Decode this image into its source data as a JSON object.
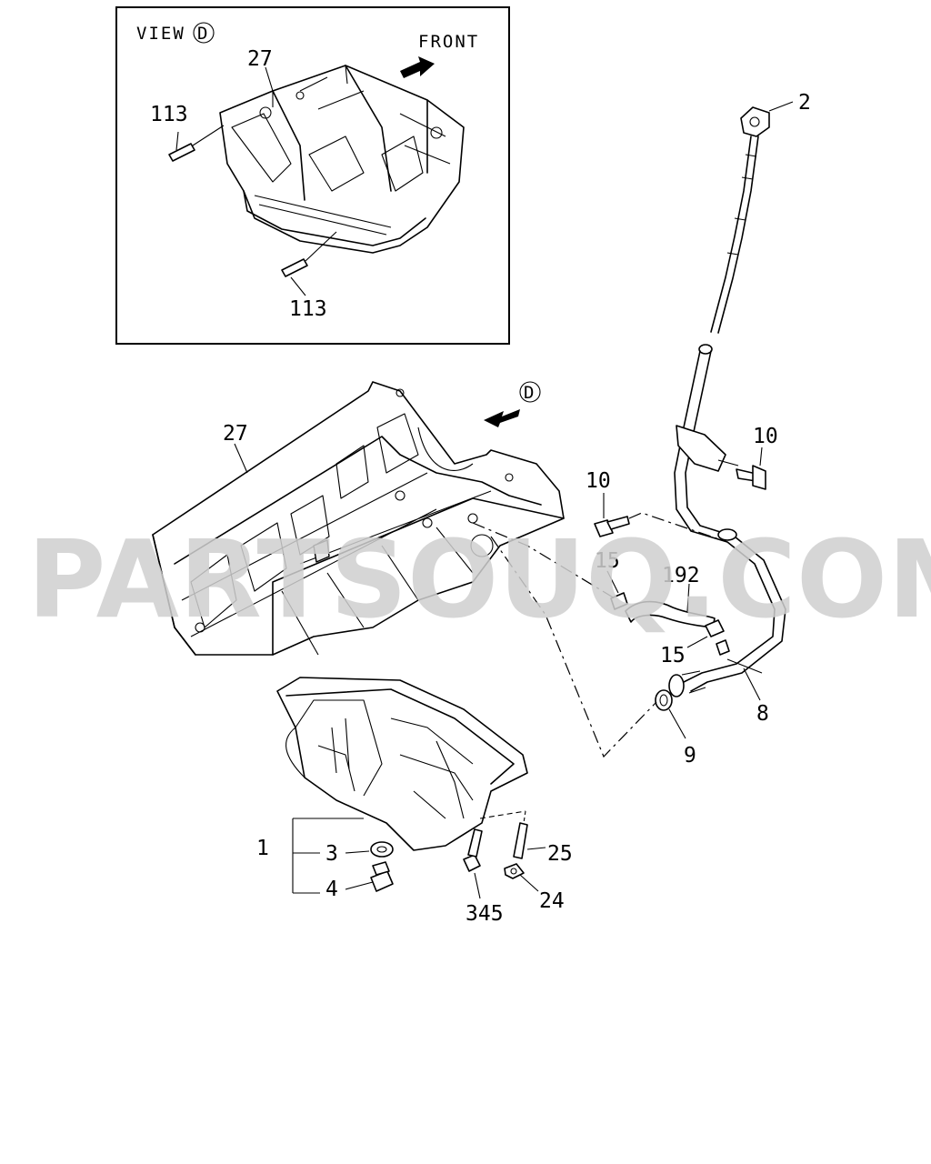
{
  "inset": {
    "view_prefix": "VIEW",
    "view_letter": "D",
    "front_label": "FRONT"
  },
  "view_marker": "D",
  "watermark": "PARTSOUQ.COM",
  "parts": {
    "p1": "1",
    "p2": "2",
    "p3": "3",
    "p4": "4",
    "p8": "8",
    "p9": "9",
    "p10a": "10",
    "p10b": "10",
    "p15a": "15",
    "p15b": "15",
    "p24": "24",
    "p25": "25",
    "p27_inset": "27",
    "p27": "27",
    "p113a": "113",
    "p113b": "113",
    "p192": "192",
    "p345": "345"
  }
}
